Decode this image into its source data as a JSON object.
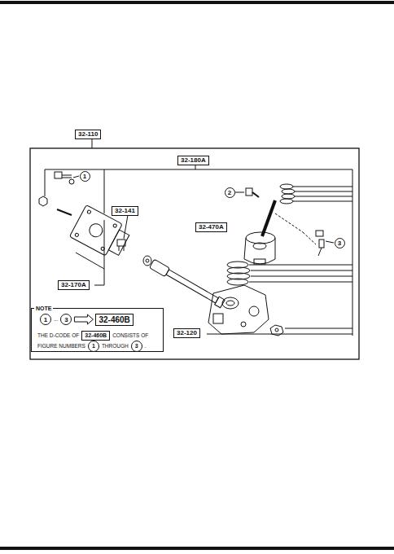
{
  "diagram": {
    "nodes": [
      {
        "text": [
          "32-110"
        ]
      },
      {
        "text": [
          "32-180A"
        ]
      },
      {
        "text": [
          "1"
        ]
      },
      {
        "text": [
          "2"
        ]
      },
      {
        "text": [
          "32-141"
        ]
      },
      {
        "text": [
          "32-470A"
        ]
      },
      {
        "text": [
          "3"
        ]
      },
      {
        "text": [
          "32-170A"
        ]
      },
      {
        "text": [
          "NOTE"
        ]
      },
      {
        "text": [
          "1"
        ],
        "in": 8
      },
      {
        "text": [
          "3"
        ],
        "in": 8
      },
      {
        "text": [
          "32-460B"
        ],
        "in": 8
      },
      {
        "text": [
          "32-460B"
        ],
        "in": 8
      },
      {
        "text": [
          "1"
        ],
        "in": 8
      },
      {
        "text": [
          "3"
        ],
        "in": 8
      },
      {
        "text": [
          "32-120"
        ]
      }
    ],
    "edges": [
      {
        "from": 10,
        "to": 11,
        "arrow": "to"
      }
    ],
    "labels": [
      "...",
      "THE D-CODE OF",
      "CONSISTS OF",
      "FIGURE NUMBERS",
      "THROUGH",
      "."
    ]
  }
}
